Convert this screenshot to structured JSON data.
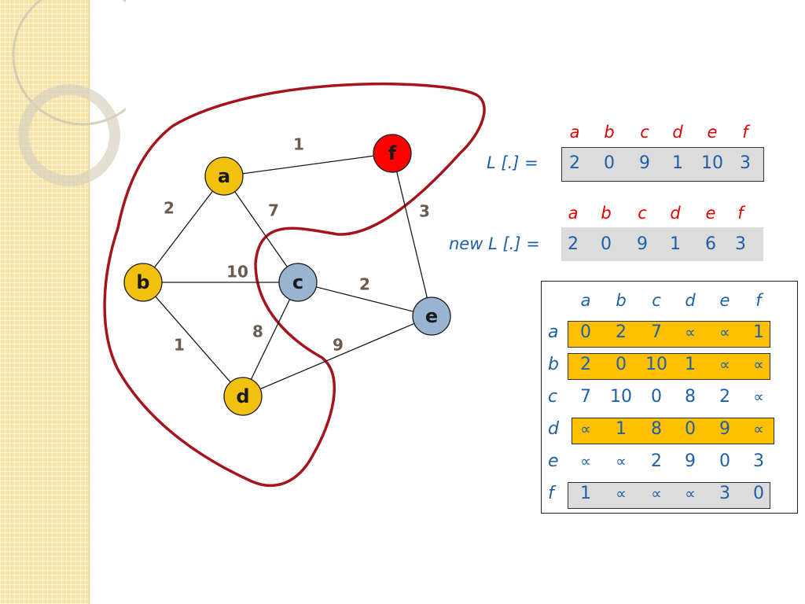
{
  "colors": {
    "node_yellow": "#f2c10f",
    "node_blue": "#99b4d1",
    "node_red": "#ff0000",
    "region_outline": "#a5141c",
    "header_red": "#e00000",
    "value_blue": "#1f5fa6",
    "highlight_yellow": "#ffc000",
    "highlight_gray": "#dcdcdc",
    "weight_text": "#6b5c52"
  },
  "graph": {
    "nodes": [
      {
        "id": "a",
        "label": "a",
        "color": "yellow"
      },
      {
        "id": "b",
        "label": "b",
        "color": "yellow"
      },
      {
        "id": "c",
        "label": "c",
        "color": "blue"
      },
      {
        "id": "d",
        "label": "d",
        "color": "yellow"
      },
      {
        "id": "e",
        "label": "e",
        "color": "blue"
      },
      {
        "id": "f",
        "label": "f",
        "color": "red"
      }
    ],
    "edges": [
      {
        "from": "a",
        "to": "f",
        "weight": "1"
      },
      {
        "from": "a",
        "to": "b",
        "weight": "2"
      },
      {
        "from": "a",
        "to": "c",
        "weight": "7"
      },
      {
        "from": "b",
        "to": "c",
        "weight": "10"
      },
      {
        "from": "b",
        "to": "d",
        "weight": "1"
      },
      {
        "from": "c",
        "to": "d",
        "weight": "8"
      },
      {
        "from": "c",
        "to": "e",
        "weight": "2"
      },
      {
        "from": "d",
        "to": "e",
        "weight": "9"
      },
      {
        "from": "f",
        "to": "e",
        "weight": "3"
      }
    ]
  },
  "L": {
    "label": "L [.] =",
    "headers": [
      "a",
      "b",
      "c",
      "d",
      "e",
      "f"
    ],
    "values": [
      "2",
      "0",
      "9",
      "1",
      "10",
      "3"
    ]
  },
  "newL": {
    "label": "new L [.] =",
    "headers": [
      "a",
      "b",
      "c",
      "d",
      "e",
      "f"
    ],
    "values": [
      "2",
      "0",
      "9",
      "1",
      "6",
      "3"
    ]
  },
  "matrix": {
    "col_headers": [
      "a",
      "b",
      "c",
      "d",
      "e",
      "f"
    ],
    "rows": [
      {
        "label": "a",
        "highlight": "yellow",
        "values": [
          "0",
          "2",
          "7",
          "∝",
          "∝",
          "1"
        ]
      },
      {
        "label": "b",
        "highlight": "yellow",
        "values": [
          "2",
          "0",
          "10",
          "1",
          "∝",
          "∝"
        ]
      },
      {
        "label": "c",
        "highlight": "none",
        "values": [
          "7",
          "10",
          "0",
          "8",
          "2",
          "∝"
        ]
      },
      {
        "label": "d",
        "highlight": "yellow",
        "values": [
          "∝",
          "1",
          "8",
          "0",
          "9",
          "∝"
        ]
      },
      {
        "label": "e",
        "highlight": "none",
        "values": [
          "∝",
          "∝",
          "2",
          "9",
          "0",
          "3"
        ]
      },
      {
        "label": "f",
        "highlight": "gray",
        "values": [
          "1",
          "∝",
          "∝",
          "∝",
          "3",
          "0"
        ]
      }
    ]
  }
}
